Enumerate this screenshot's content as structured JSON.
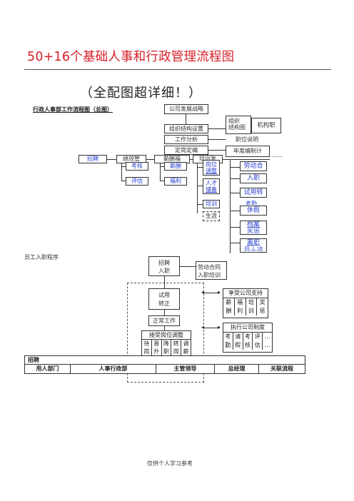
{
  "doc": {
    "title": "50+16个基础人事和行政管理流程图",
    "subtitle": "（全配图超详细！）",
    "footer": "仅供个人学习参考"
  },
  "chart1": {
    "section_label": "行政人事部工作流程图（总图）",
    "top_box": "公司发展战略",
    "org_design": "组织结构设置",
    "job_analysis": "工作分析",
    "staffing": "定岗定编",
    "org_chart_stack": [
      "组织",
      "结构图"
    ],
    "org_chart_side": "机构职",
    "job_desc": "职位说明",
    "annual_plan": "年度编制计",
    "ellipsis": "……",
    "row_items": {
      "recruit": "招聘",
      "perf": "绩效管",
      "salary": "薪酬福",
      "training": "培训发"
    },
    "appraisal": "考核",
    "evaluation": "评估",
    "pay": "薪酬",
    "welfare": "福利",
    "job_adjust": [
      "岗位",
      "调整"
    ],
    "talent_reserve": [
      "人才",
      "储备"
    ],
    "train": "培训",
    "career": "生涯",
    "right_col": [
      "劳动合",
      "入职",
      "试用转",
      "考勤",
      "休假",
      "档案",
      "奖惩",
      "离职",
      "员工活"
    ]
  },
  "chart2": {
    "section_label": "员工入职程序",
    "recruit_box": [
      "招聘",
      "入职"
    ],
    "contract_box": [
      "劳动合同",
      "入职培训"
    ],
    "probation_box": [
      "试用",
      "转正"
    ],
    "regular_box": "正常工作",
    "accept_box": "接受岗位调整",
    "accept_cells": [
      [
        "待",
        "岗"
      ],
      [
        "晋",
        "升"
      ],
      [
        "降",
        "职"
      ],
      [
        "转",
        "岗"
      ],
      [
        "调",
        "薪"
      ]
    ],
    "enjoy_title": "享受公司支持",
    "enjoy_cells": [
      [
        "薪",
        "酬"
      ],
      [
        "福",
        "利"
      ],
      [
        "培",
        "训"
      ],
      [
        "奖",
        "惩"
      ]
    ],
    "execute_title": "执行公司制度",
    "execute_cells": [
      [
        "考",
        "勤"
      ],
      [
        "请",
        "假"
      ],
      [
        "考",
        "核"
      ],
      [
        "评",
        "估"
      ],
      [
        "…",
        "…"
      ]
    ]
  },
  "recruit_table": {
    "label": "招聘",
    "headers": [
      "用人部门",
      "人事行政部",
      "主管领导",
      "总经理",
      "关联流程"
    ]
  }
}
